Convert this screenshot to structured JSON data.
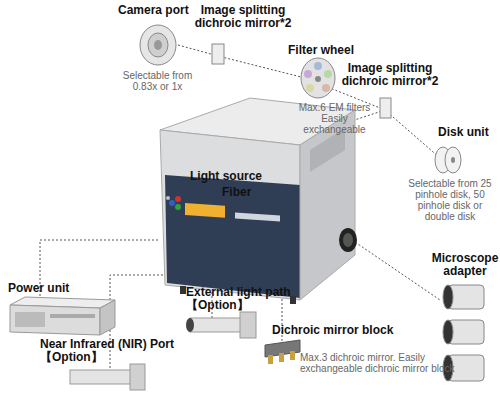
{
  "diagram": {
    "labels": [
      "Camera port",
      "Image splitting dichroic mirror*2",
      "Selectable from 0.83x or 1x",
      "Filter wheel",
      "Max.6 EM filters Easily exchangeable",
      "Image splitting dichroic mirror*2",
      "Disk unit",
      "Selectable from 25 pinhole disk, 50 pinhole disk or double disk",
      "Light source",
      "Fiber",
      "Microscope adapter",
      "Power unit",
      "External light path 【Option】",
      "Near Infrared (NIR) Port 【Option】",
      "Dichroic mirror block",
      "Max.3 dichroic mirror. Easily exchangeable dichroic mirror block"
    ]
  }
}
